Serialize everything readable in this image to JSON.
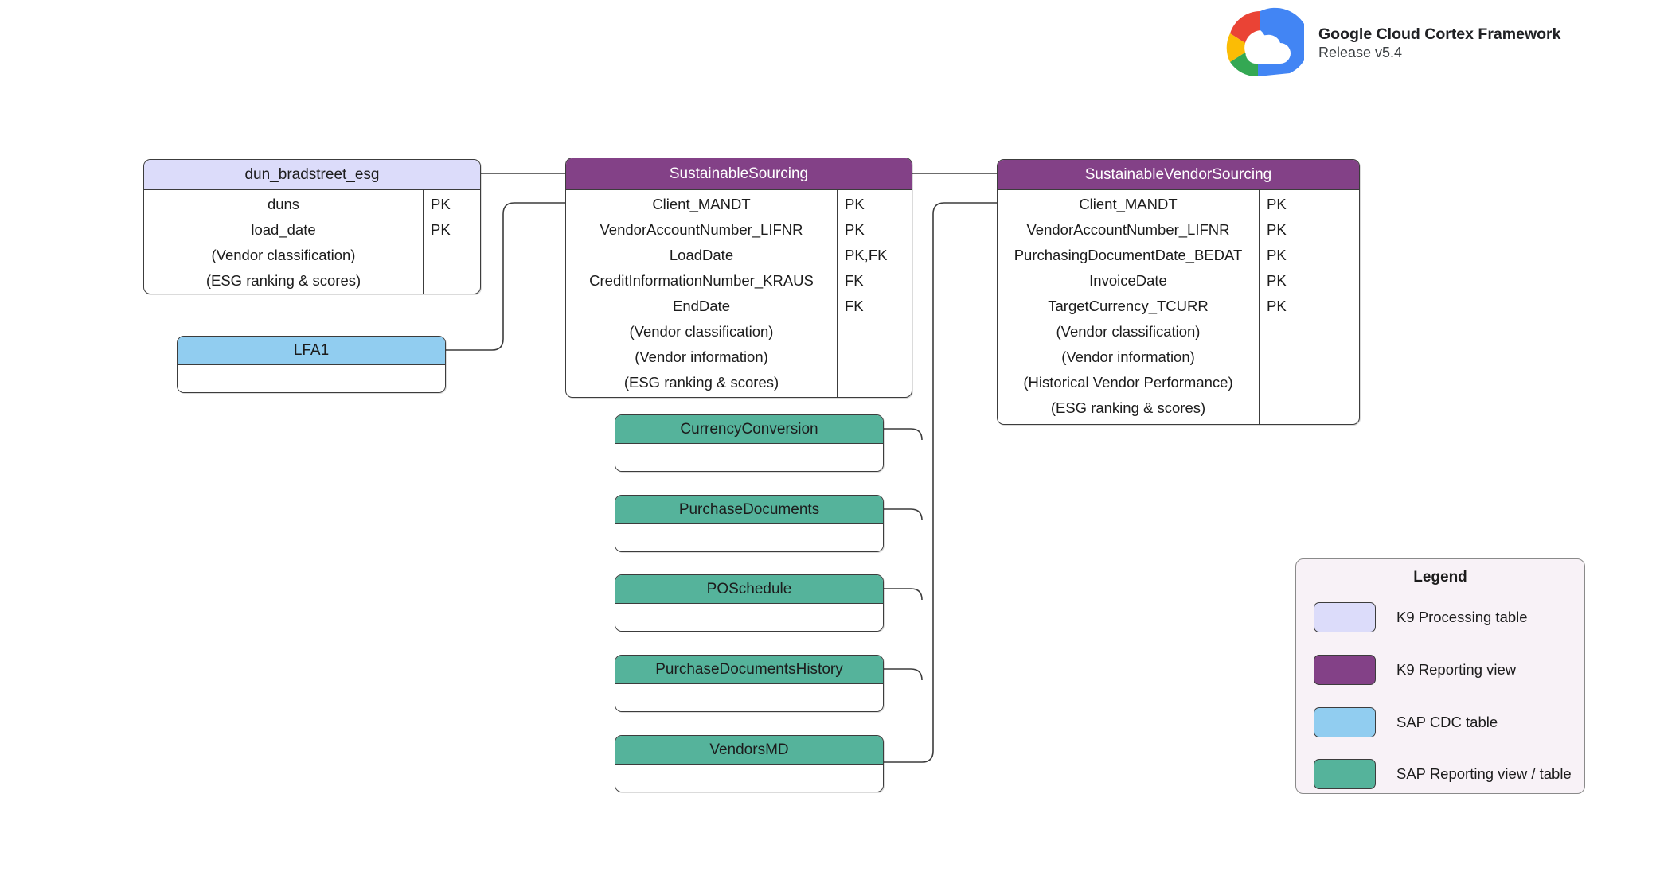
{
  "brand": {
    "title": "Google Cloud Cortex Framework",
    "release": "Release v5.4",
    "logo_icon": "google-cloud-logo",
    "logo_colors": {
      "red": "#EA4335",
      "blue": "#4285F4",
      "yellow": "#FBBC05",
      "green": "#34A853"
    }
  },
  "palette": {
    "k9_processing_table": "#dcdcfa",
    "k9_reporting_view": "#834187",
    "sap_cdc_table": "#91cdf0",
    "sap_reporting_view": "#55b39b",
    "border": "#3c3c3c",
    "legend_background": "#f8f2f7"
  },
  "entities": [
    {
      "id": "dun_bradstreet_esg",
      "title": "dun_bradstreet_esg",
      "type": "K9 Processing table",
      "header_color": "#dcdcfa",
      "header_text_color": "#1c1c1c",
      "fields": [
        {
          "name": "duns",
          "key": "PK"
        },
        {
          "name": "load_date",
          "key": "PK"
        },
        {
          "name": "(Vendor classification)",
          "key": ""
        },
        {
          "name": "(ESG ranking & scores)",
          "key": ""
        }
      ]
    },
    {
      "id": "SustainableSourcing",
      "title": "SustainableSourcing",
      "type": "K9 Reporting view",
      "header_color": "#834187",
      "header_text_color": "#ffffff",
      "fields": [
        {
          "name": "Client_MANDT",
          "key": "PK"
        },
        {
          "name": "VendorAccountNumber_LIFNR",
          "key": "PK"
        },
        {
          "name": "LoadDate",
          "key": "PK,FK"
        },
        {
          "name": "CreditInformationNumber_KRAUS",
          "key": "FK"
        },
        {
          "name": "EndDate",
          "key": "FK"
        },
        {
          "name": "(Vendor classification)",
          "key": ""
        },
        {
          "name": "(Vendor information)",
          "key": ""
        },
        {
          "name": "(ESG ranking & scores)",
          "key": ""
        }
      ]
    },
    {
      "id": "SustainableVendorSourcing",
      "title": "SustainableVendorSourcing",
      "type": "K9 Reporting view",
      "header_color": "#834187",
      "header_text_color": "#ffffff",
      "fields": [
        {
          "name": "Client_MANDT",
          "key": "PK"
        },
        {
          "name": "VendorAccountNumber_LIFNR",
          "key": "PK"
        },
        {
          "name": "PurchasingDocumentDate_BEDAT",
          "key": "PK"
        },
        {
          "name": "InvoiceDate",
          "key": "PK"
        },
        {
          "name": "TargetCurrency_TCURR",
          "key": "PK"
        },
        {
          "name": "(Vendor classification)",
          "key": ""
        },
        {
          "name": "(Vendor information)",
          "key": ""
        },
        {
          "name": "(Historical Vendor Performance)",
          "key": ""
        },
        {
          "name": "(ESG ranking & scores)",
          "key": ""
        }
      ]
    },
    {
      "id": "LFA1",
      "title": "LFA1",
      "type": "SAP CDC table",
      "header_color": "#91cdf0",
      "header_text_color": "#1c1c1c",
      "fields": []
    },
    {
      "id": "CurrencyConversion",
      "title": "CurrencyConversion",
      "type": "SAP Reporting view / table",
      "header_color": "#55b39b",
      "header_text_color": "#1c1c1c",
      "fields": []
    },
    {
      "id": "PurchaseDocuments",
      "title": "PurchaseDocuments",
      "type": "SAP Reporting view / table",
      "header_color": "#55b39b",
      "header_text_color": "#1c1c1c",
      "fields": []
    },
    {
      "id": "POSchedule",
      "title": "POSchedule",
      "type": "SAP Reporting view / table",
      "header_color": "#55b39b",
      "header_text_color": "#1c1c1c",
      "fields": []
    },
    {
      "id": "PurchaseDocumentsHistory",
      "title": "PurchaseDocumentsHistory",
      "type": "SAP Reporting view / table",
      "header_color": "#55b39b",
      "header_text_color": "#1c1c1c",
      "fields": []
    },
    {
      "id": "VendorsMD",
      "title": "VendorsMD",
      "type": "SAP Reporting view / table",
      "header_color": "#55b39b",
      "header_text_color": "#1c1c1c",
      "fields": []
    }
  ],
  "legend": {
    "title": "Legend",
    "items": [
      {
        "label": "K9 Processing table",
        "color": "#dcdcfa"
      },
      {
        "label": "K9 Reporting view",
        "color": "#834187"
      },
      {
        "label": "SAP CDC table",
        "color": "#91cdf0"
      },
      {
        "label": "SAP Reporting view / table",
        "color": "#55b39b"
      }
    ]
  },
  "relationships": [
    {
      "from": "dun_bradstreet_esg",
      "to": "SustainableSourcing"
    },
    {
      "from": "LFA1",
      "to": "SustainableSourcing"
    },
    {
      "from": "SustainableSourcing",
      "to": "SustainableVendorSourcing"
    },
    {
      "from": "CurrencyConversion",
      "to": "SustainableVendorSourcing"
    },
    {
      "from": "PurchaseDocuments",
      "to": "SustainableVendorSourcing"
    },
    {
      "from": "POSchedule",
      "to": "SustainableVendorSourcing"
    },
    {
      "from": "PurchaseDocumentsHistory",
      "to": "SustainableVendorSourcing"
    },
    {
      "from": "VendorsMD",
      "to": "SustainableVendorSourcing"
    }
  ]
}
